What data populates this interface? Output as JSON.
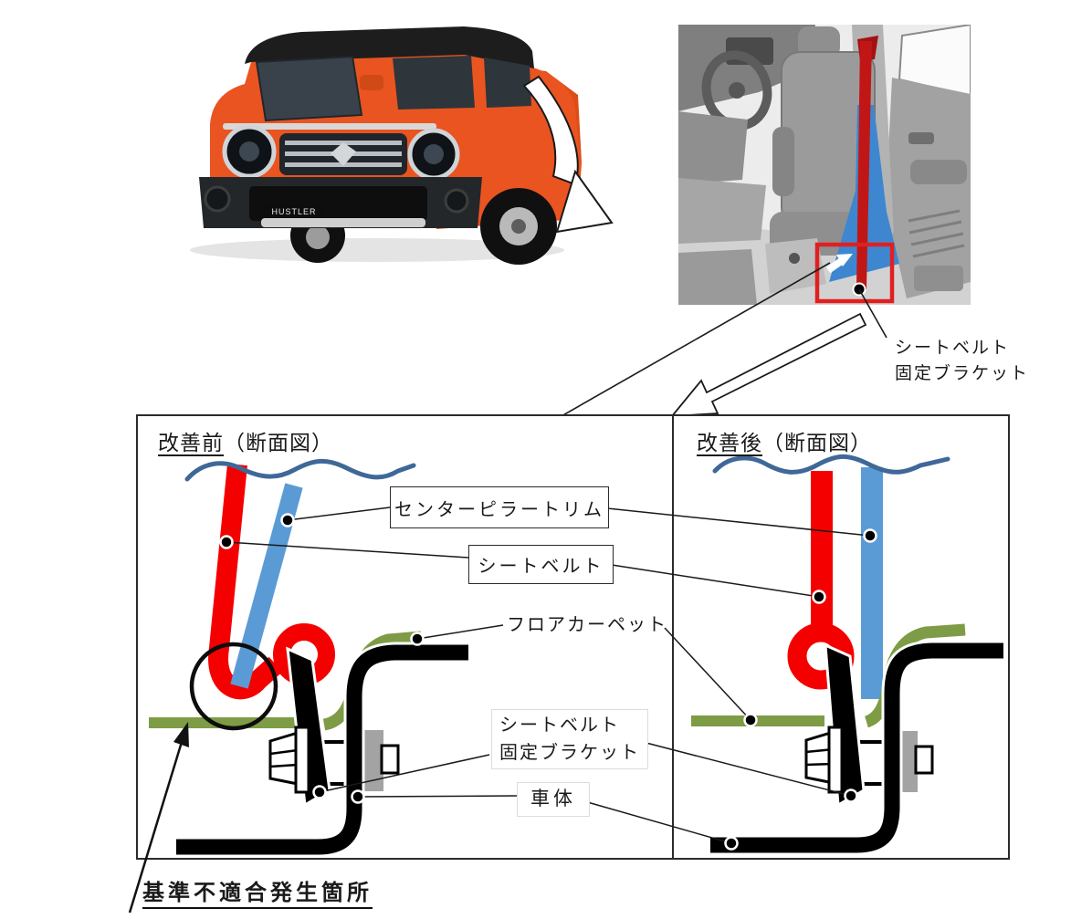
{
  "colors": {
    "belt_red": "#f40000",
    "trim_blue": "#5b9bd5",
    "wave_blue": "#3f6899",
    "carpet_green": "#7d9c45",
    "metal_gray": "#a3a3a3",
    "outline_black": "#1a1a1a",
    "highlight_red": "#e02020",
    "car_orange": "#ea5420",
    "car_roof": "#1d1d1d",
    "interior_trim_blue": "#3e87d0",
    "interior_belt_red": "#c11616"
  },
  "vehicle": {
    "badge": "HUSTLER"
  },
  "interior_callout": {
    "line1": "シートベルト",
    "line2": "固定ブラケット"
  },
  "panels": {
    "before": {
      "title_main": "改善前",
      "title_suffix": "（断面図）"
    },
    "after": {
      "title_main": "改善後",
      "title_suffix": "（断面図）"
    }
  },
  "labels": {
    "center_pillar_trim": "センターピラートリム",
    "seat_belt": "シートベルト",
    "floor_carpet": "フロアカーペット",
    "bracket_line1": "シートベルト",
    "bracket_line2": "固定ブラケット",
    "car_body": "車体"
  },
  "footnote": "基準不適合発生箇所"
}
